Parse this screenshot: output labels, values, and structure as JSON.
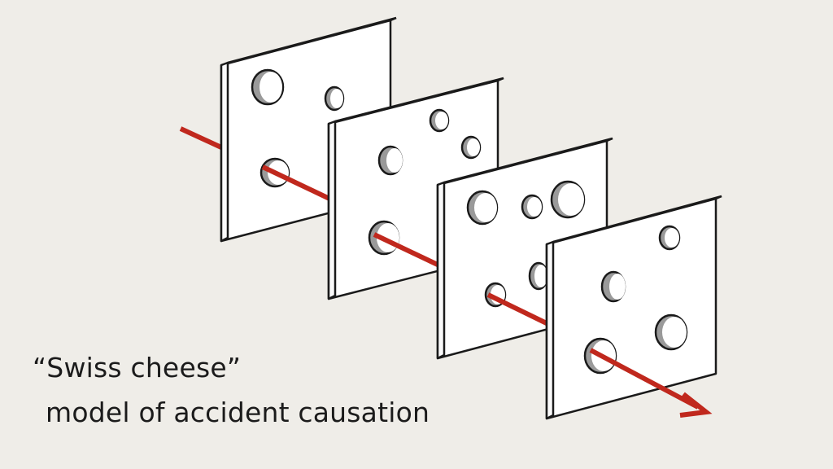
{
  "slide": {
    "caption_line1": "“Swiss cheese”",
    "caption_line2": "model of accident causation"
  },
  "colors": {
    "background": "#efede8",
    "slice_face": "#ffffff",
    "slice_edge": "#1a1a1a",
    "hole_shadow": "#8c8c8c",
    "arrow": "#c0281d"
  },
  "diagram": {
    "slice_count": 4,
    "icon": "swiss-cheese-slices-with-arrow"
  }
}
